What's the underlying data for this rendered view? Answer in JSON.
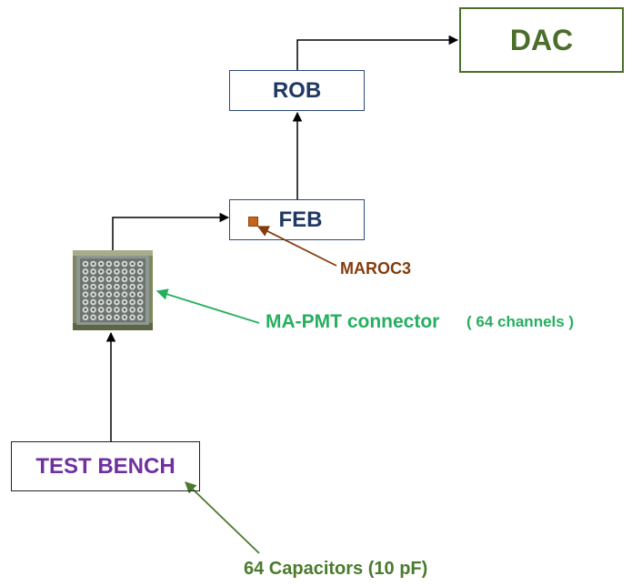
{
  "diagram": {
    "dac_label": "DAC",
    "rob_label": "ROB",
    "feb_label": "FEB",
    "test_bench_label": "TEST BENCH",
    "maroc_label": "MAROC3",
    "connector_label": "MA-PMT connector",
    "channels_label": "( 64 channels )",
    "capacitors_label": "64 Capacitors (10 pF)"
  },
  "colors": {
    "dac": "#4b6e2c",
    "rob_feb_text": "#1f3864",
    "test_bench_text": "#7030a0",
    "maroc": "#843c0c",
    "connector": "#27ae60",
    "capacitors": "#4b7a2c",
    "arrows": "#000000"
  },
  "icons": {
    "chip": "maroc3-chip-icon",
    "connector": "ma-pmt-connector-photo"
  }
}
